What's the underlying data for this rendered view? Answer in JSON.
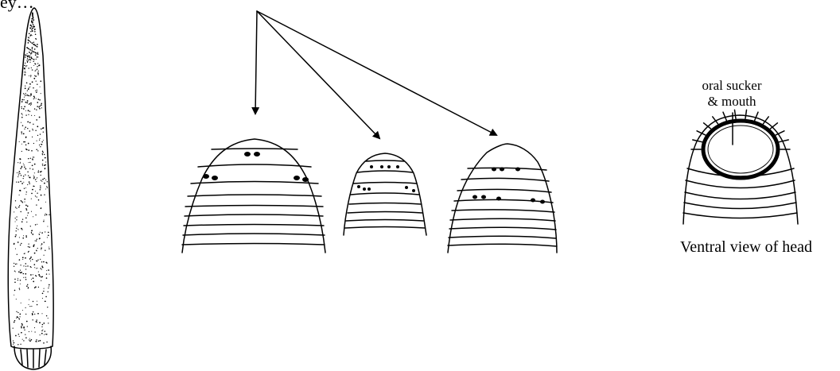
{
  "labels": {
    "top_text": "ey…",
    "oral_sucker_line1": "oral sucker",
    "oral_sucker_line2": "& mouth",
    "ventral_caption": "Ventral view of head"
  },
  "colors": {
    "ink": "#000000",
    "background": "#ffffff"
  }
}
